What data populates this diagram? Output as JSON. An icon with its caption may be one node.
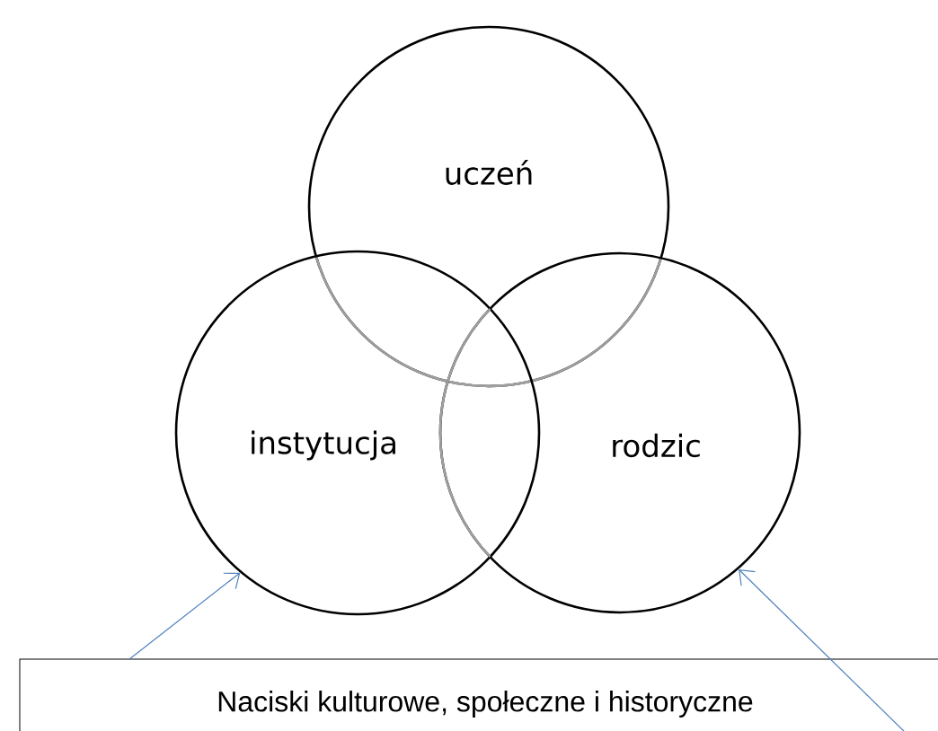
{
  "diagram": {
    "nodes": [
      {
        "text": [
          "uczeń"
        ]
      },
      {
        "text": [
          "instytucja"
        ]
      },
      {
        "text": [
          "rodzic"
        ]
      },
      {
        "text": [
          "Naciski kulturowe, społeczne i historyczne"
        ]
      }
    ],
    "edges": [
      {
        "from": 3,
        "to": 1,
        "arrow": "to",
        "color": "#4f81bd"
      },
      {
        "from": 3,
        "to": 2,
        "arrow": "to",
        "color": "#4f81bd"
      }
    ]
  }
}
